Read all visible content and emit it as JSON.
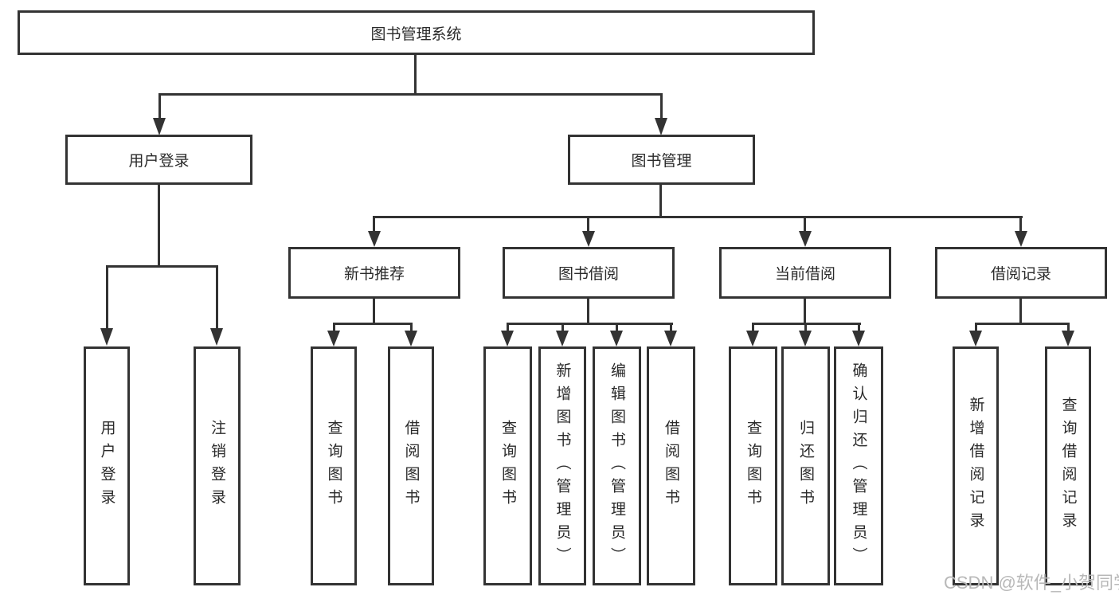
{
  "colors": {
    "line": "#333333",
    "text": "#2a2a2a",
    "watermark": "#b8b8b8",
    "background": "#ffffff"
  },
  "watermark": "CSDN @软件_小贺同学",
  "tree": {
    "root": "图书管理系统",
    "branches": [
      {
        "label": "用户登录",
        "children": [
          "用户登录",
          "注销登录"
        ]
      },
      {
        "label": "图书管理",
        "sections": [
          {
            "label": "新书推荐",
            "children": [
              "查询图书",
              "借阅图书"
            ]
          },
          {
            "label": "图书借阅",
            "children": [
              "查询图书",
              "新增图书（管理员）",
              "编辑图书（管理员）",
              "借阅图书"
            ]
          },
          {
            "label": "当前借阅",
            "children": [
              "查询图书",
              "归还图书",
              "确认归还（管理员）"
            ]
          },
          {
            "label": "借阅记录",
            "children": [
              "新增借阅记录",
              "查询借阅记录"
            ]
          }
        ]
      }
    ]
  }
}
